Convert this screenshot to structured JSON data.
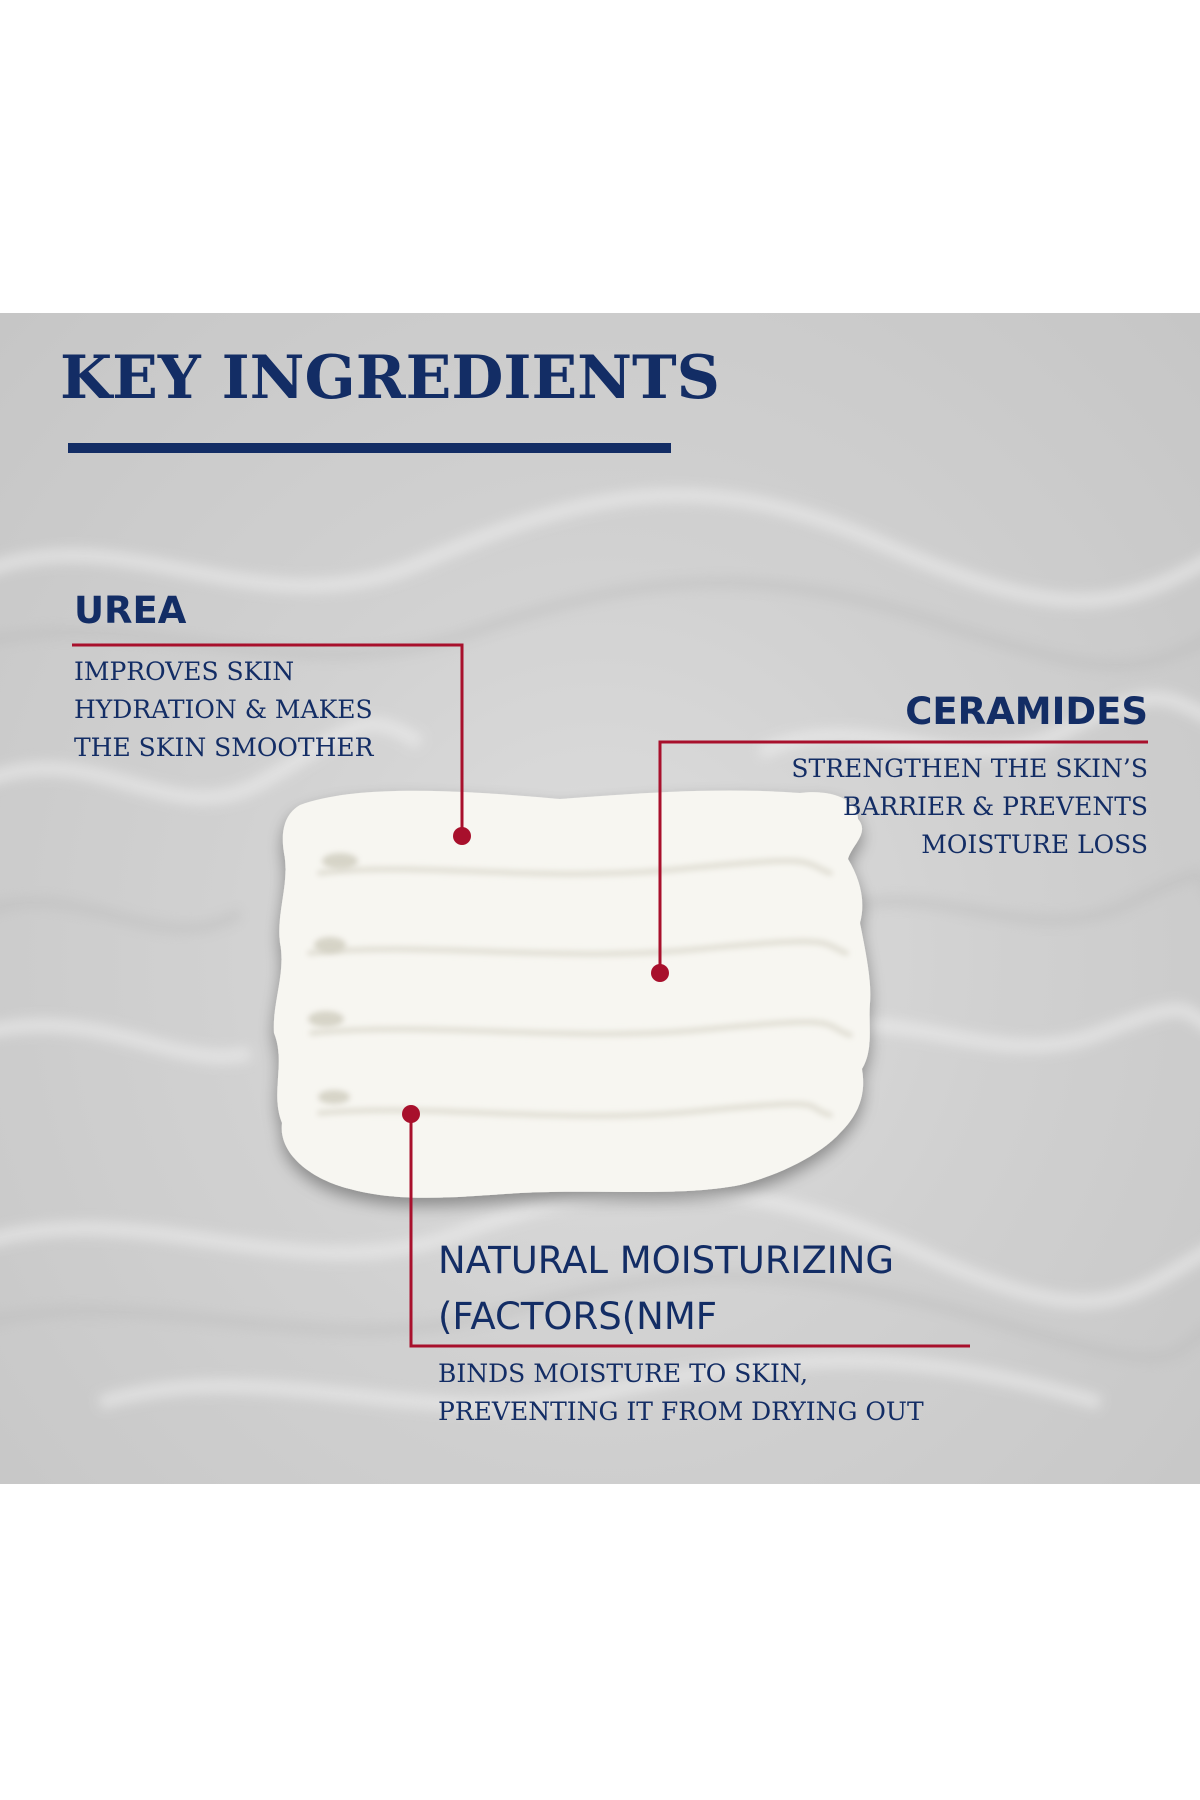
{
  "heading": "KEY INGREDIENTS",
  "colors": {
    "navy": "#132d65",
    "accent_red": "#a8102c",
    "background": "#d2d2d2",
    "cream": "#f7f6f1"
  },
  "ingredients": [
    {
      "name": "UREA",
      "description_lines": [
        "IMPROVES SKIN",
        "HYDRATION & MAKES",
        "THE SKIN SMOOTHER"
      ]
    },
    {
      "name": "CERAMIDES",
      "description_lines": [
        "STRENGTHEN THE SKIN’S",
        "BARRIER & PREVENTS",
        "MOISTURE LOSS"
      ]
    },
    {
      "name_lines": [
        "NATURAL MOISTURIZING",
        "(FACTORS(NMF"
      ],
      "description_lines": [
        "BINDS MOISTURE TO SKIN,",
        "PREVENTING IT FROM DRYING OUT"
      ]
    }
  ]
}
